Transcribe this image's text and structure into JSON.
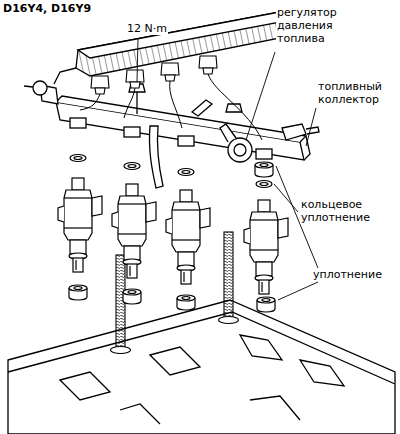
{
  "diagram": {
    "title": "D16Y4, D16Y9",
    "labels": [
      "12 N·m",
      "регулятор давления топлива",
      "топливный коллектор",
      "кольцевое уплотнение",
      "уплотнение"
    ]
  }
}
